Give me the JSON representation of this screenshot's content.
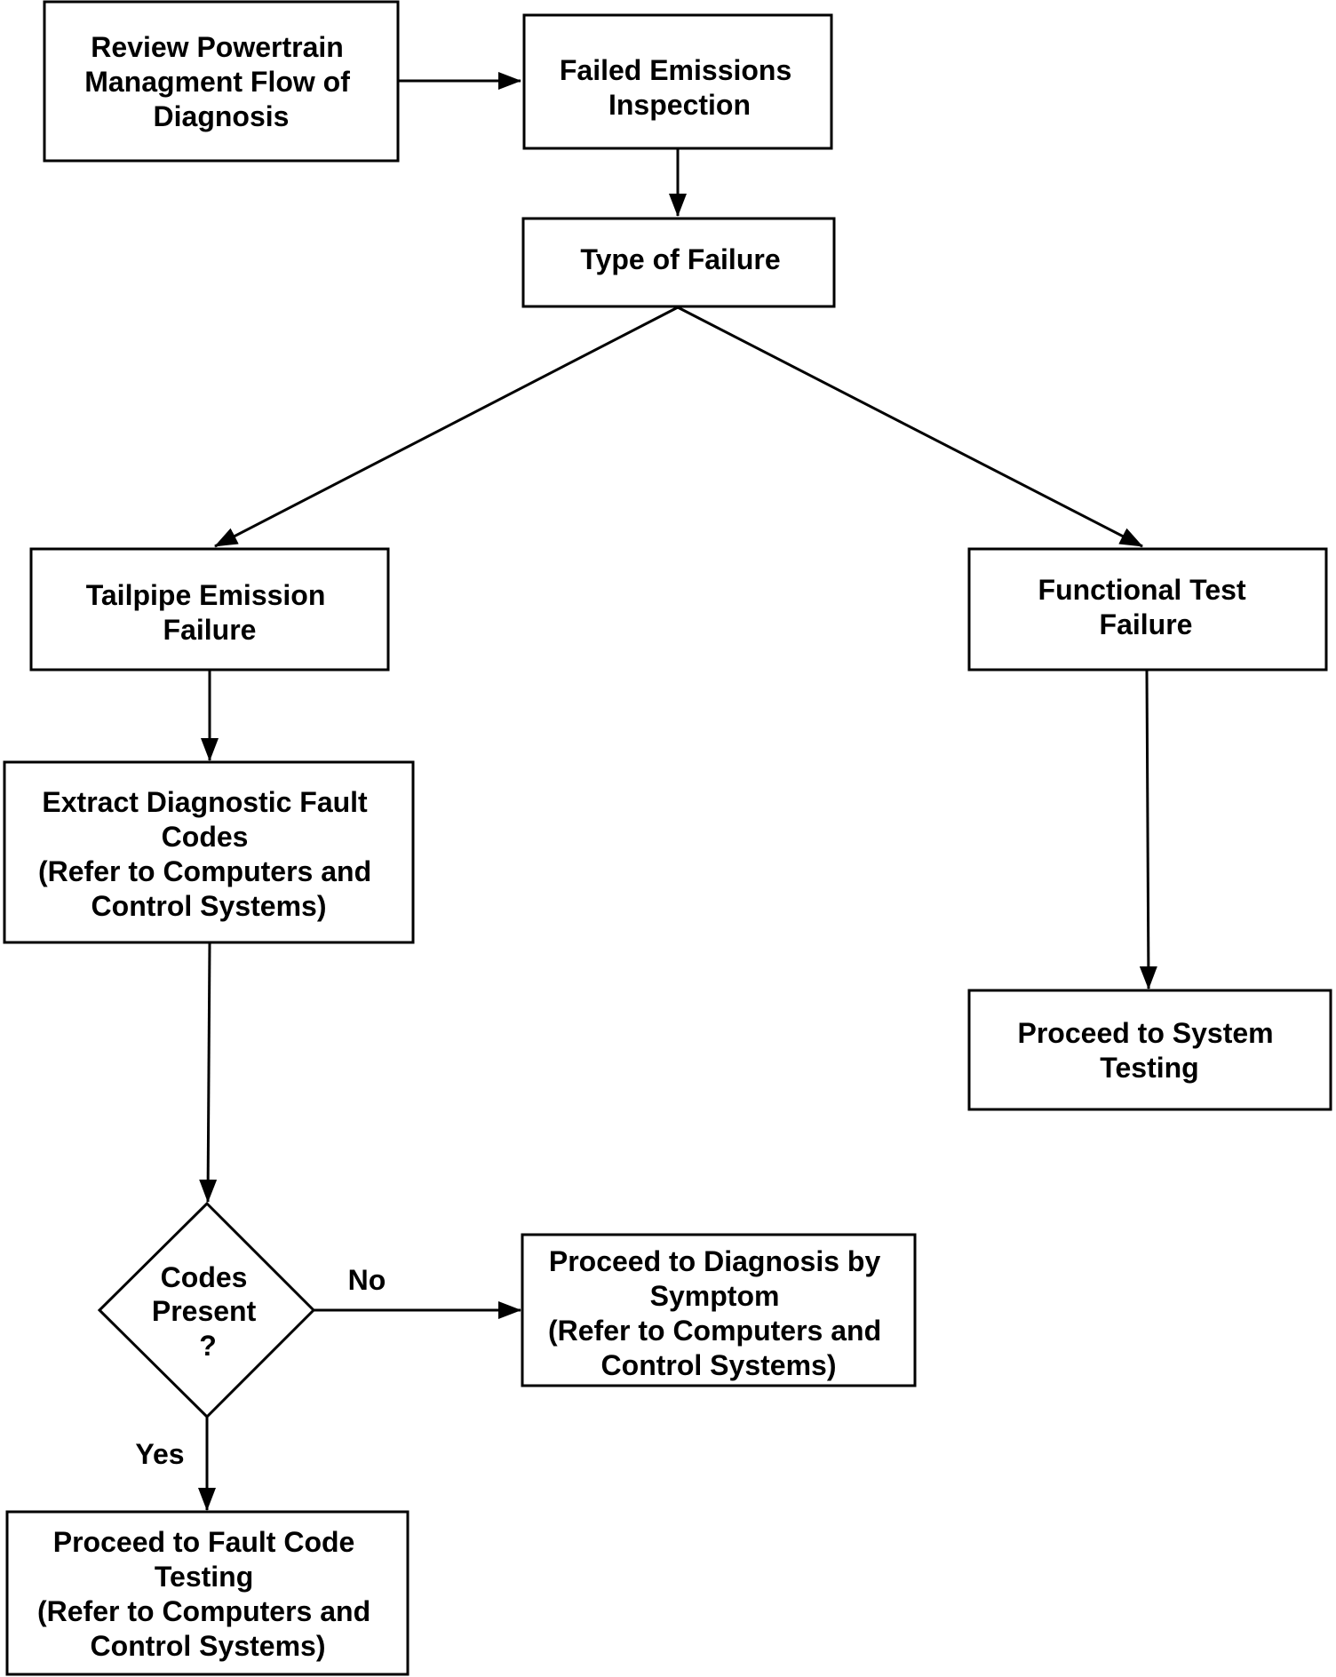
{
  "colors": {
    "stroke": "#000000",
    "background": "#ffffff",
    "text": "#000000"
  },
  "nodes": {
    "review": {
      "lines": [
        "Review Powertrain",
        "Managment Flow of",
        "Diagnosis"
      ]
    },
    "failed": {
      "lines": [
        "Failed Emissions",
        "Inspection"
      ]
    },
    "type": {
      "lines": [
        "Type of Failure"
      ]
    },
    "tailpipe": {
      "lines": [
        "Tailpipe Emission",
        "Failure"
      ]
    },
    "functional": {
      "lines": [
        "Functional Test",
        "Failure"
      ]
    },
    "extract": {
      "lines": [
        "Extract Diagnostic Fault",
        "Codes",
        "(Refer to Computers and",
        "Control Systems)"
      ]
    },
    "system": {
      "lines": [
        "Proceed to System",
        "Testing"
      ]
    },
    "codes": {
      "lines": [
        "Codes",
        "Present",
        "?"
      ]
    },
    "symptom": {
      "lines": [
        "Proceed to Diagnosis by",
        "Symptom",
        "(Refer to Computers and",
        "Control Systems)"
      ]
    },
    "fault": {
      "lines": [
        "Proceed to Fault Code",
        "Testing",
        "(Refer to Computers and",
        "Control Systems)"
      ]
    }
  },
  "edge_labels": {
    "no": "No",
    "yes": "Yes"
  }
}
